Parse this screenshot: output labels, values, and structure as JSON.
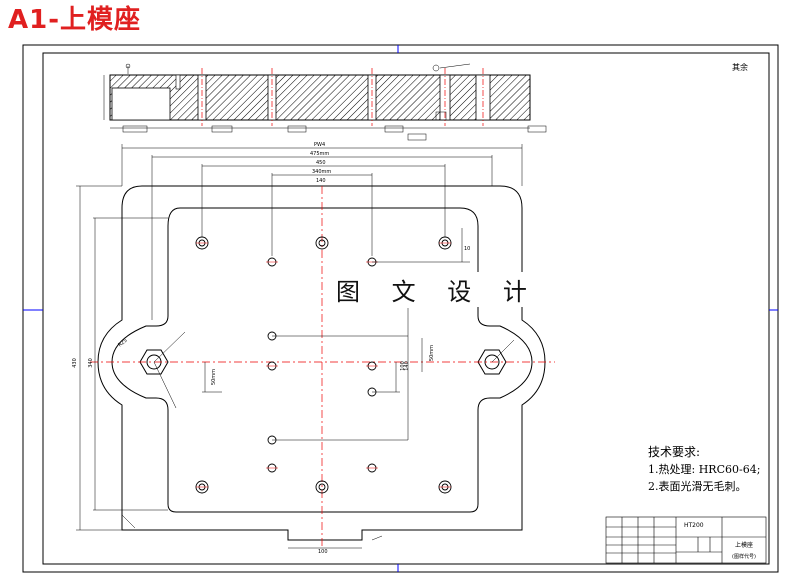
{
  "title": "A1-上模座",
  "watermark": "图 文 设 计",
  "corner_note": "其余",
  "tech": {
    "heading": "技术要求:",
    "items": [
      "1.热处理: HRC60-64;",
      "2.表面光滑无毛刺。"
    ]
  },
  "dims": {
    "d1": "PW4",
    "d2": "475mm",
    "d3": "450",
    "d4": "340mm",
    "d5": "140",
    "d6": "10",
    "d7": "430",
    "d8": "340",
    "d9": "50mm",
    "d10": "100",
    "d11": "140",
    "d12": "50mm",
    "d13": "100",
    "d14": "R25"
  },
  "titleblock": {
    "material": "HT200",
    "part": "上模座",
    "sub": "(图样代号)"
  }
}
